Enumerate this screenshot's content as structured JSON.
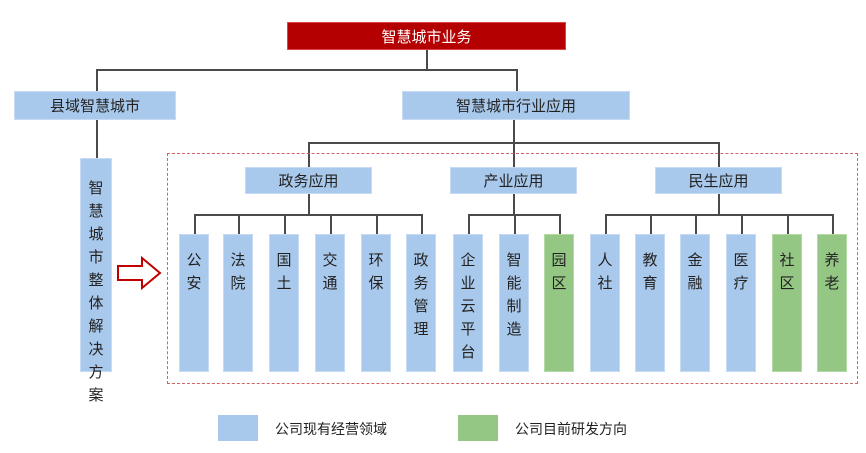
{
  "root": {
    "label": "智慧城市业务",
    "color": "#b40000"
  },
  "level1": [
    {
      "label": "县域智慧城市"
    },
    {
      "label": "智慧城市行业应用"
    }
  ],
  "county_solution": {
    "label": "智慧城市整体解决方案"
  },
  "level2": [
    {
      "label": "政务应用",
      "children": [
        {
          "label": "公安",
          "status": "existing"
        },
        {
          "label": "法院",
          "status": "existing"
        },
        {
          "label": "国土",
          "status": "existing"
        },
        {
          "label": "交通",
          "status": "existing"
        },
        {
          "label": "环保",
          "status": "existing"
        },
        {
          "label": "政务管理",
          "status": "existing"
        }
      ]
    },
    {
      "label": "产业应用",
      "children": [
        {
          "label": "企业云平台",
          "status": "existing"
        },
        {
          "label": "智能制造",
          "status": "existing"
        },
        {
          "label": "园区",
          "status": "research"
        }
      ]
    },
    {
      "label": "民生应用",
      "children": [
        {
          "label": "人社",
          "status": "existing"
        },
        {
          "label": "教育",
          "status": "existing"
        },
        {
          "label": "金融",
          "status": "existing"
        },
        {
          "label": "医疗",
          "status": "existing"
        },
        {
          "label": "社区",
          "status": "research"
        },
        {
          "label": "养老",
          "status": "research"
        }
      ]
    }
  ],
  "legend": [
    {
      "label": "公司现有经营领域",
      "color": "#a9c9ec"
    },
    {
      "label": "公司目前研发方向",
      "color": "#95c784"
    }
  ],
  "colors": {
    "existing": "#a9c9ec",
    "research": "#95c784",
    "root": "#b40000",
    "dashed_border": "#d06565",
    "arrow": "#c00000"
  }
}
